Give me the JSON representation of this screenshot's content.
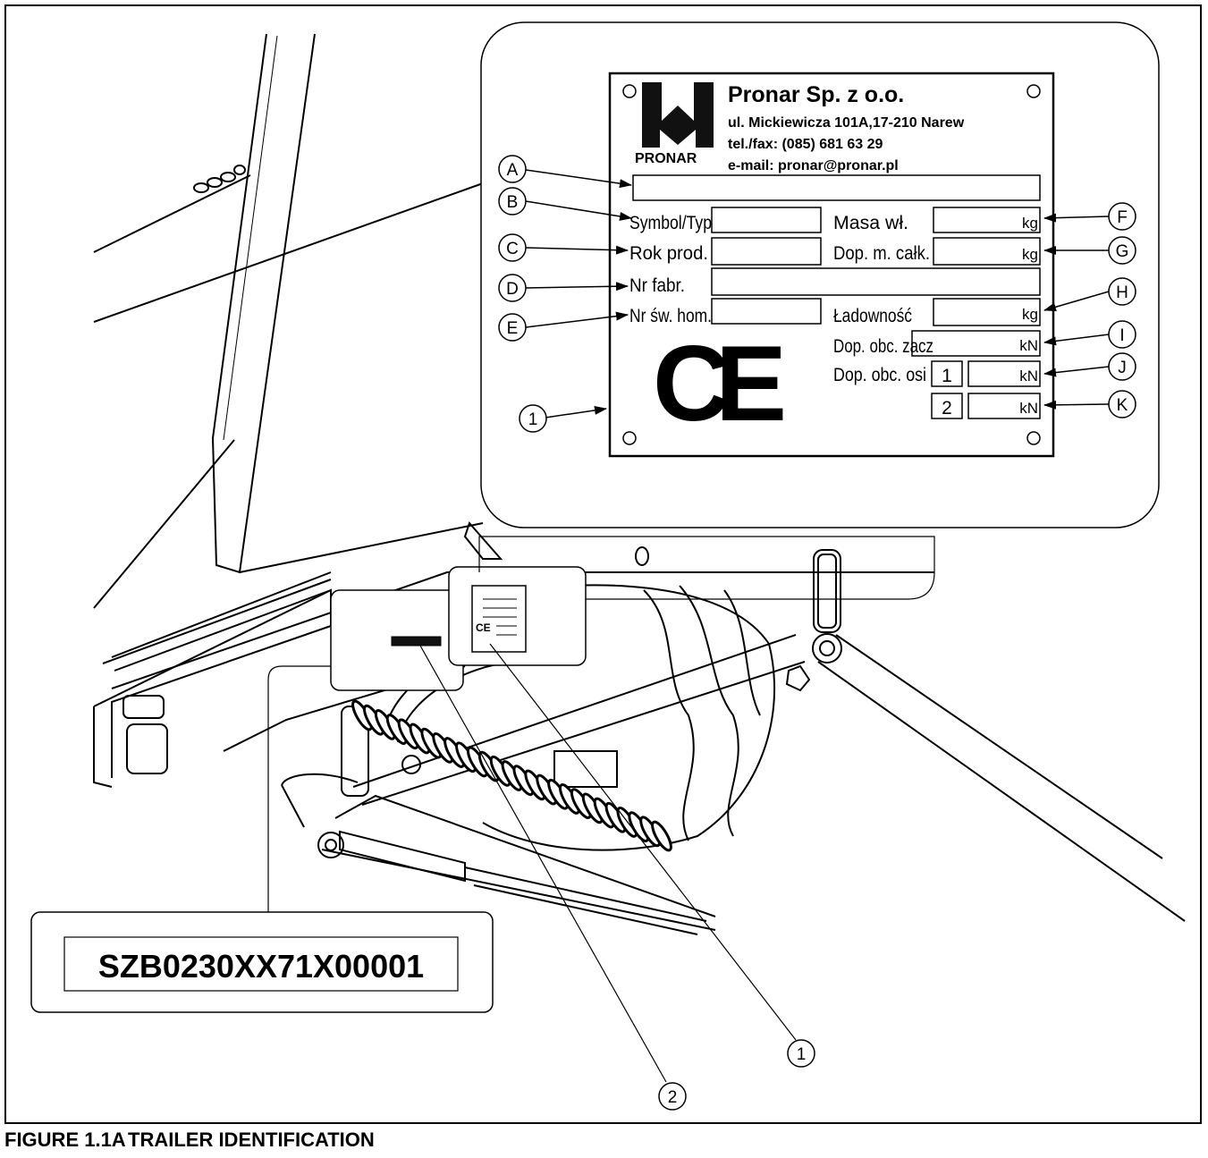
{
  "plate": {
    "company": "Pronar Sp. z o.o.",
    "address": "ul. Mickiewicza 101A,17-210 Narew",
    "phone": "tel./fax: (085) 681 63 29",
    "email": "e-mail: pronar@pronar.pl",
    "logo_text": "PRONAR",
    "ce_mark": "CE",
    "fields": {
      "symbol": "Symbol/Typ",
      "year": "Rok prod.",
      "serial": "Nr fabr.",
      "homologation": "Nr św. hom.",
      "mass": "Masa wł.",
      "total_mass": "Dop. m. całk.",
      "capacity": "Ładowność",
      "hitch_load": "Dop. obc. zacz",
      "axle_load": "Dop. obc. osi"
    },
    "units": {
      "kg": "kg",
      "kn": "kN"
    },
    "axle_numbers": [
      "1",
      "2"
    ]
  },
  "callouts": {
    "letters": [
      "A",
      "B",
      "C",
      "D",
      "E",
      "F",
      "G",
      "H",
      "I",
      "J",
      "K"
    ],
    "plate_ref": "1",
    "location_1": "1",
    "location_2": "2"
  },
  "vin_label": "SZB0230XX71X00001",
  "caption": {
    "number": "FIGURE 1.1A",
    "title": "TRAILER IDENTIFICATION"
  },
  "colors": {
    "line": "#000000",
    "panel": "#ffffff",
    "fill_dark": "#111111"
  }
}
